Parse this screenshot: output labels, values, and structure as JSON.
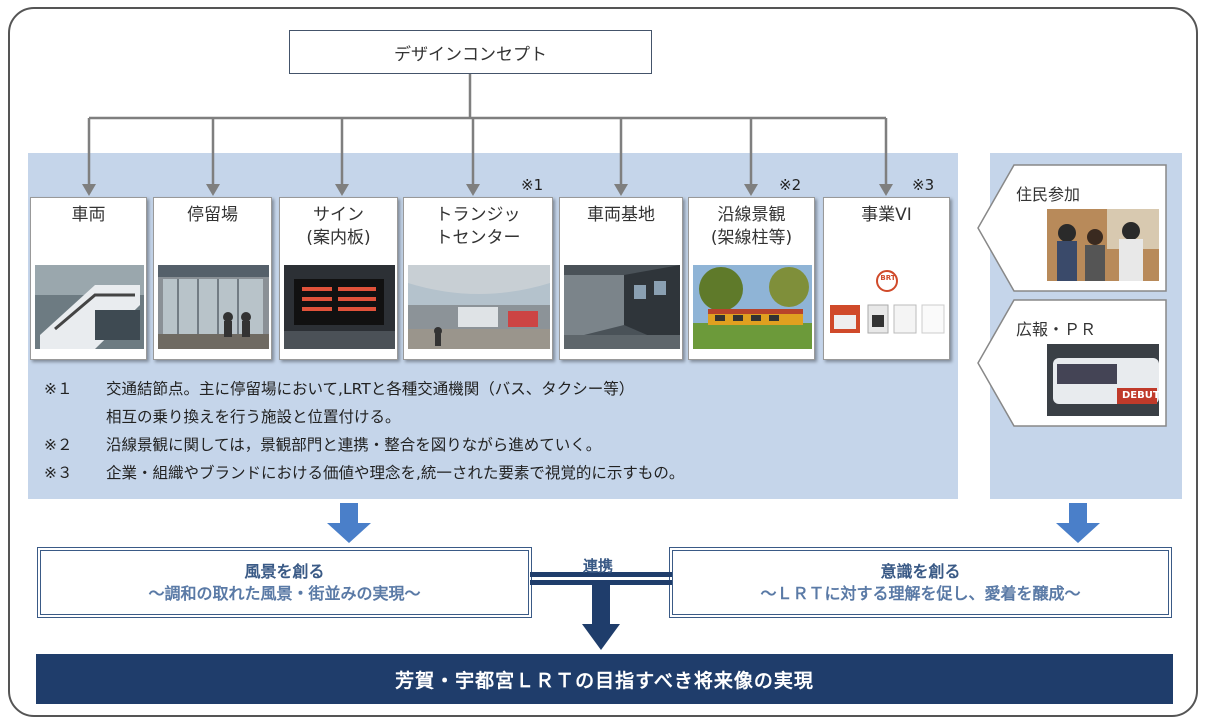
{
  "concept_title": "デザインコンセプト",
  "cards": [
    {
      "label": "車両"
    },
    {
      "label": "停留場"
    },
    {
      "label": "サイン\n(案内板)"
    },
    {
      "label": "トランジッ\nトセンター"
    },
    {
      "label": "車両基地"
    },
    {
      "label": "沿線景観\n(架線柱等)"
    },
    {
      "label": "事業VI"
    }
  ],
  "marks": {
    "m1": "※1",
    "m2": "※2",
    "m3": "※3"
  },
  "notes": [
    {
      "mark": "※１",
      "text": "交通結節点。主に停留場において,LRTと各種交通機関（バス、タクシー等）"
    },
    {
      "mark": "",
      "text": "相互の乗り換えを行う施設と位置付ける。"
    },
    {
      "mark": "※２",
      "text": "沿線景観に関しては，景観部門と連携・整合を図りながら進めていく。"
    },
    {
      "mark": "※３",
      "text": "企業・組織やブランドにおける価値や理念を,統一された要素で視覚的に示すもの。"
    }
  ],
  "side_cards": [
    {
      "label": "住民参加"
    },
    {
      "label": "広報・ＰＲ"
    }
  ],
  "results": {
    "left_title": "風景を創る",
    "left_sub": "～調和の取れた風景・街並みの実現～",
    "link_label": "連携",
    "right_title": "意識を創る",
    "right_sub": "～ＬＲＴに対する理解を促し、愛着を醸成～"
  },
  "goal": "芳賀・宇都宮ＬＲＴの目指すべき将来像の実現",
  "photo_text": {
    "brt_logo": "BRT",
    "debut": "DEBUT"
  },
  "colors": {
    "panel": "#c5d5ea",
    "arrow_blue": "#4a7fc9",
    "goal_bar": "#1f3d6b",
    "accent_text": "#3a5a86"
  }
}
